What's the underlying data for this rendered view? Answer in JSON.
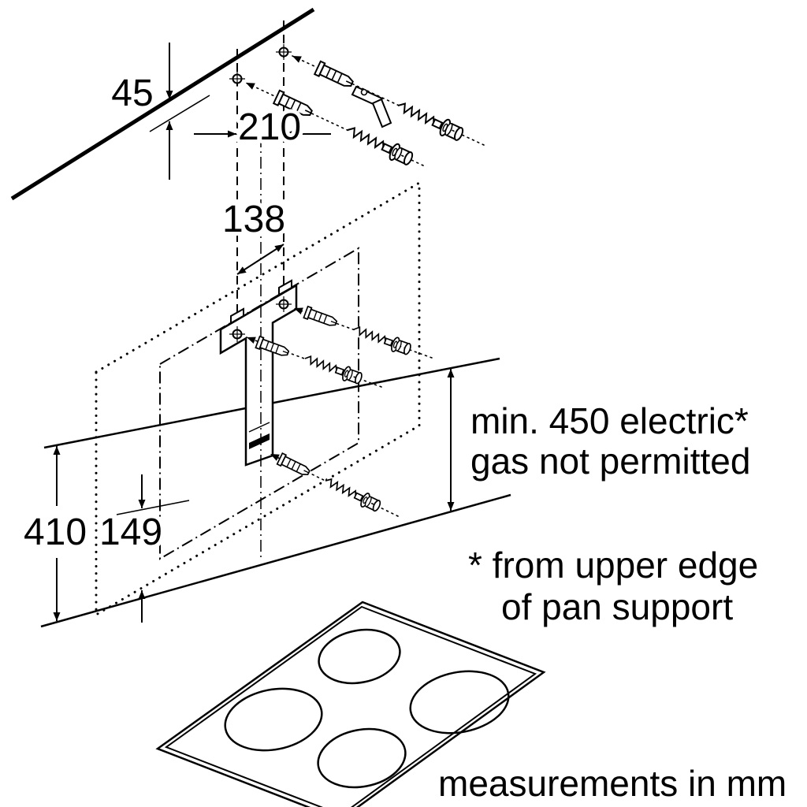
{
  "dimensions": {
    "ceiling_gap_mm": "45",
    "top_hole_spacing_mm": "210",
    "bracket_hole_spacing_mm": "138",
    "left_height_mm": "410",
    "lower_gap_mm": "149"
  },
  "annotations": {
    "min_clearance_line1": "min. 450 electric*",
    "min_clearance_line2": "gas not permitted",
    "footnote_line1": "* from upper edge",
    "footnote_line2": "of pan support",
    "units_note": "measurements in mm"
  },
  "colors": {
    "ink": "#000000",
    "background": "#ffffff"
  }
}
